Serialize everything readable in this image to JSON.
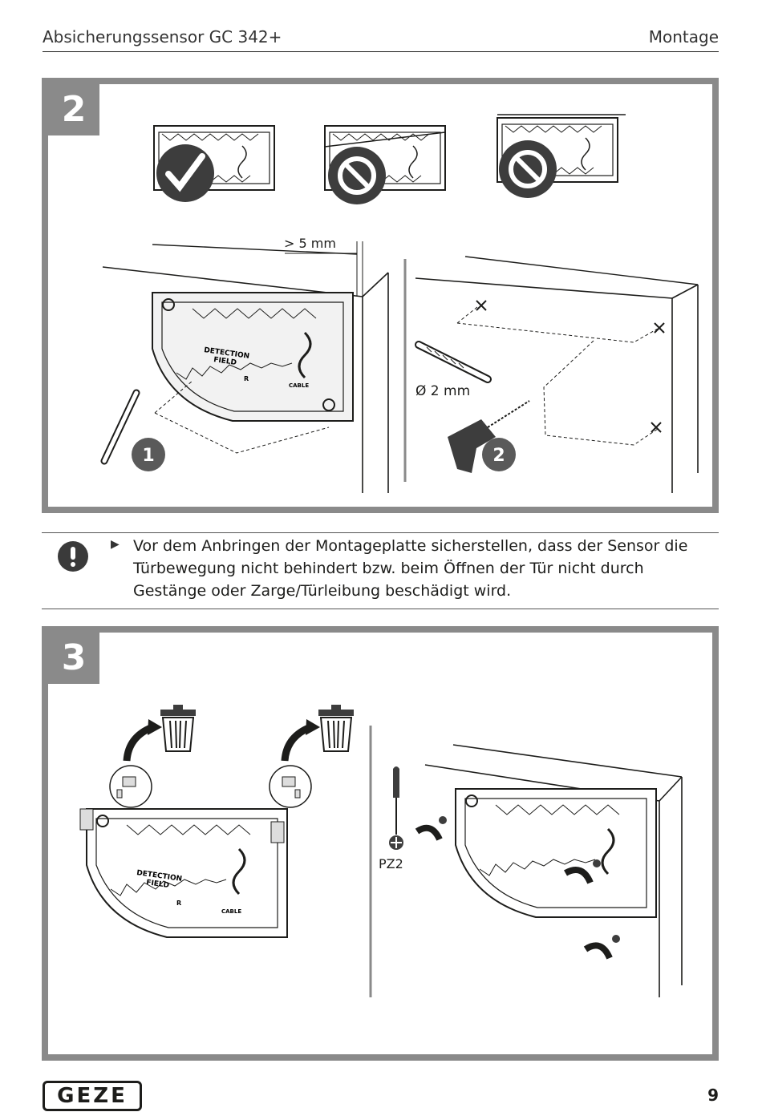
{
  "header": {
    "doc_title": "Absicherungssensor GC 342+",
    "section": "Montage"
  },
  "step2": {
    "number": "2",
    "placement_examples": [
      {
        "icon": "check-icon",
        "correct": true
      },
      {
        "icon": "prohibited-icon",
        "correct": false
      },
      {
        "icon": "prohibited-icon",
        "correct": false
      }
    ],
    "distance_label": "> 5 mm",
    "drill_label": "Ø 2 mm",
    "plate_label_detection": "DETECTION",
    "plate_label_field": "FIELD",
    "plate_label_r": "R",
    "plate_label_cable": "CABLE",
    "substep_1": "1",
    "substep_2": "2"
  },
  "note": {
    "icon": "exclamation-icon",
    "bullet": "▶",
    "text": "Vor dem Anbringen der Montageplatte sicherstellen, dass der Sensor die Türbewegung nicht behindert bzw. beim Öffnen der Tür nicht durch Gestänge oder Zarge/Türleibung beschädigt wird."
  },
  "step3": {
    "number": "3",
    "screwdriver_label": "PZ2",
    "plate_label_detection": "DETECTION",
    "plate_label_field": "FIELD",
    "plate_label_r": "R",
    "plate_label_cable": "CABLE"
  },
  "footer": {
    "logo": "GEZE",
    "page_number": "9"
  }
}
